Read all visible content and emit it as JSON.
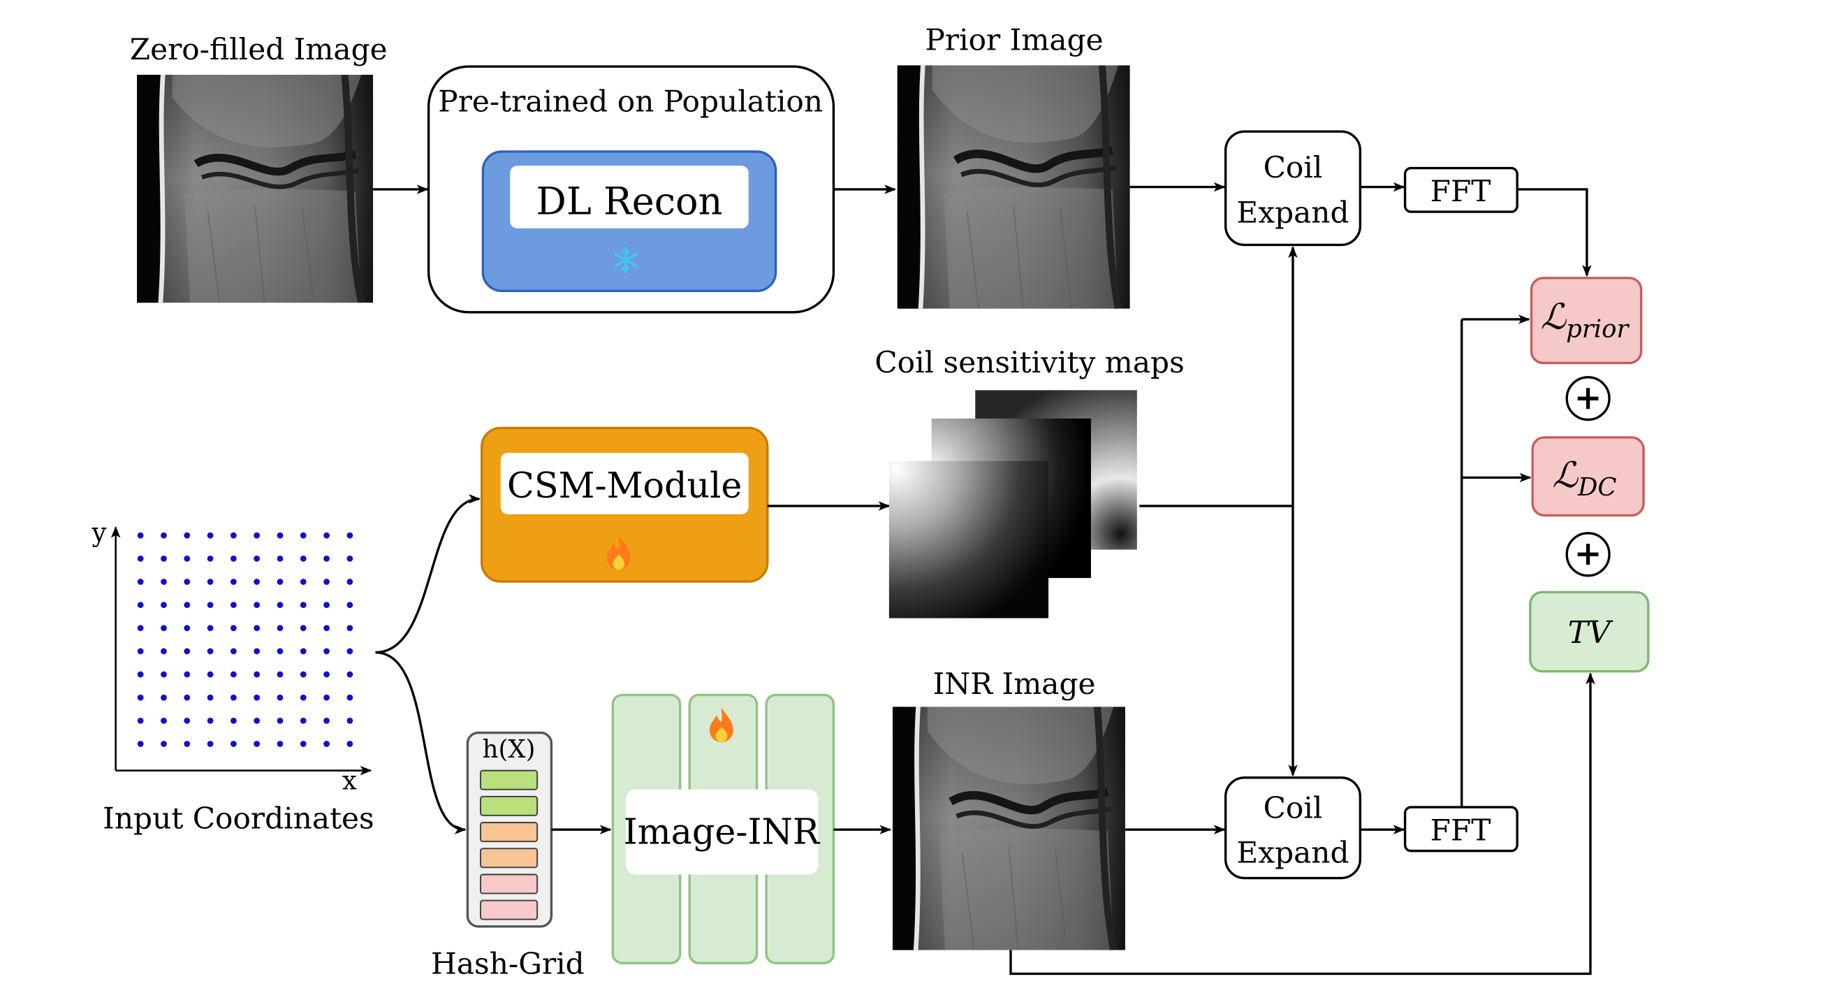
{
  "labels": {
    "zero_filled": "Zero-filled Image",
    "pretrained": "Pre-trained on Population",
    "dl_recon": "DL Recon",
    "prior_image": "Prior Image",
    "coil_expand_line1": "Coil",
    "coil_expand_line2": "Expand",
    "fft": "FFT",
    "loss_prior_main": "ℒ",
    "loss_prior_sub": "prior",
    "loss_dc_main": "ℒ",
    "loss_dc_sub": "DC",
    "tv": "TV",
    "plus": "+",
    "coil_maps": "Coil sensitivity maps",
    "csm_module": "CSM-Module",
    "input_coords": "Input Coordinates",
    "axis_x": "x",
    "axis_y": "y",
    "hash_fn": "h(X)",
    "hash_grid": "Hash-Grid",
    "image_inr": "Image-INR",
    "inr_image": "INR Image"
  },
  "icons": {
    "frozen": "snowflake-icon",
    "trainable": "flame-icon"
  },
  "colors": {
    "dl_recon_fill": "#6d9be0",
    "dl_recon_stroke": "#2d62b8",
    "csm_fill": "#ef9f14",
    "csm_stroke": "#c77d00",
    "inr_fill": "#d6ebd2",
    "inr_stroke": "#8fc383",
    "loss_fill": "#f6c9c9",
    "loss_stroke": "#c95c5c",
    "tv_fill": "#d8ebd3",
    "tv_stroke": "#7fb673",
    "dot": "#1010d0",
    "snow": "#40c8f0",
    "hash_green": "#b9e07a",
    "hash_orange": "#f9c493",
    "hash_pink": "#f8c9c9"
  }
}
